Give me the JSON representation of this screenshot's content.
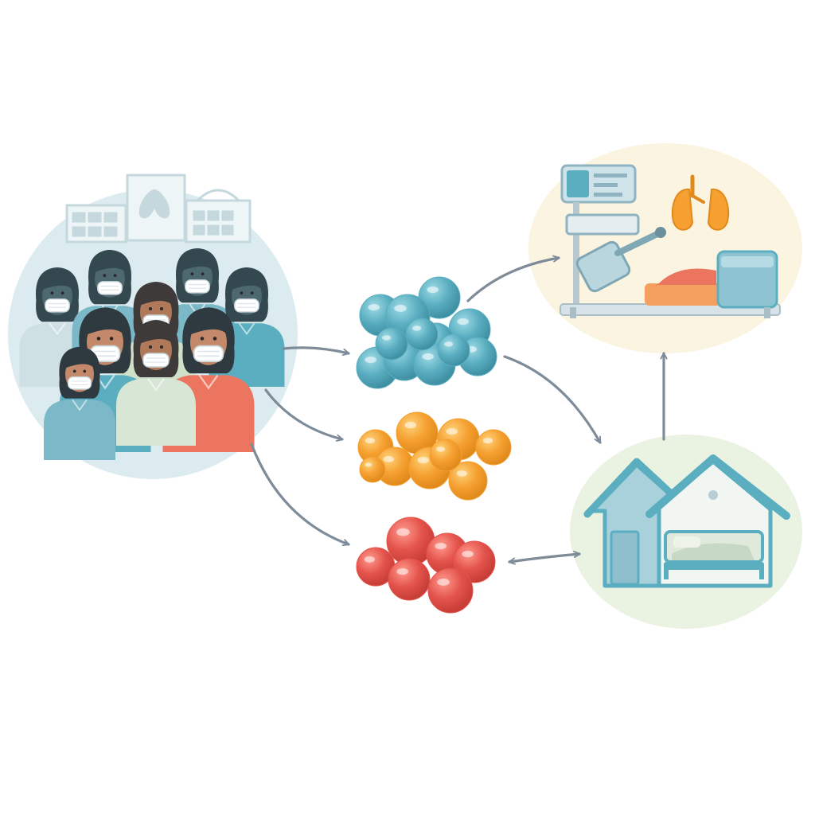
{
  "colors": {
    "background": "#ffffff",
    "teal": "#5aaec0",
    "orange": "#f5a030",
    "red": "#e4544c",
    "coral": "#ec7560",
    "arrow": "#7e8c99",
    "population_bg": "#dcebef",
    "icu_bg": "#fbf4e0",
    "home_bg": "#eaf2e2"
  },
  "nodes": {
    "population": {
      "icon": "masked-people-group-icon",
      "people_count": 9
    },
    "cluster_teal": {
      "icon": "teal-cluster-icon",
      "ball_count": 12
    },
    "cluster_orange": {
      "icon": "orange-cluster-icon",
      "ball_count": 9
    },
    "cluster_red": {
      "icon": "red-cluster-icon",
      "ball_count": 6
    },
    "icu": {
      "icon": "icu-ventilator-bed-icon"
    },
    "home": {
      "icon": "home-bed-icon"
    }
  },
  "arrows": [
    {
      "from": "population",
      "to": "cluster_teal",
      "direction": "forward"
    },
    {
      "from": "population",
      "to": "cluster_orange",
      "direction": "forward"
    },
    {
      "from": "population",
      "to": "cluster_red",
      "direction": "forward"
    },
    {
      "from": "cluster_teal",
      "to": "icu",
      "direction": "forward"
    },
    {
      "from": "cluster_teal",
      "to": "home",
      "direction": "forward"
    },
    {
      "from": "home",
      "to": "icu",
      "direction": "forward"
    },
    {
      "from": "cluster_red",
      "to": "home",
      "direction": "both"
    }
  ]
}
